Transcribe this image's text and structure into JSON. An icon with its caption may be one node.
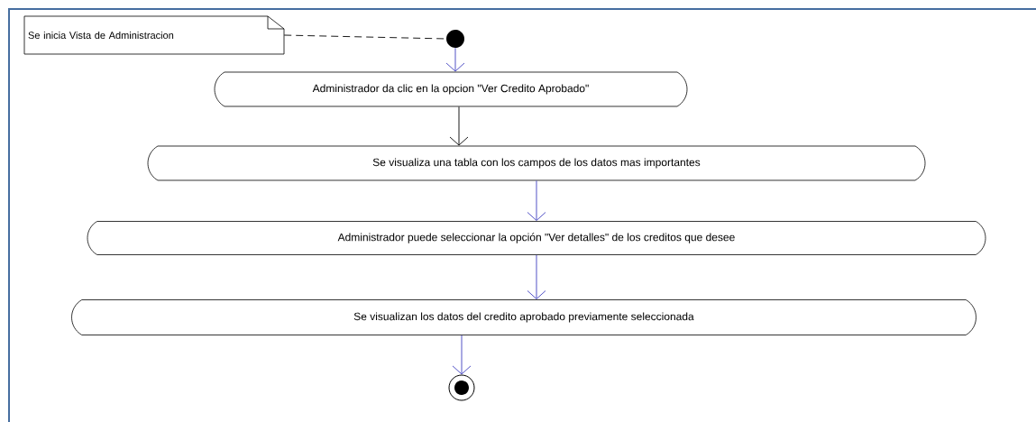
{
  "diagram": {
    "nodes": [
      {
        "text": [
          "Se inicia Vista de Administracion"
        ]
      },
      {
        "text": [],
        "shape": "circle"
      },
      {
        "text": [
          "Administrador da clic en la opcion \"Ver Credito Aprobado\""
        ]
      },
      {
        "text": [
          "Se visualiza una tabla con los campos de los datos mas importantes"
        ]
      },
      {
        "text": [
          "Administrador puede seleccionar la opción \"Ver detalles\" de los creditos que desee"
        ]
      },
      {
        "text": [
          "Se visualizan los datos del credito aprobado previamente seleccionada"
        ]
      },
      {
        "text": [],
        "shape": "circle"
      }
    ],
    "edges": [
      {
        "from": 0,
        "to": 1,
        "arrow": "none",
        "style": "dashed",
        "color": "#000000"
      },
      {
        "from": 1,
        "to": 2,
        "arrow": "to"
      },
      {
        "from": 2,
        "to": 3,
        "arrow": "to",
        "color": "#000000"
      },
      {
        "from": 3,
        "to": 4,
        "arrow": "to"
      },
      {
        "from": 4,
        "to": 5,
        "arrow": "to"
      },
      {
        "from": 5,
        "to": 6,
        "arrow": "to"
      }
    ]
  }
}
